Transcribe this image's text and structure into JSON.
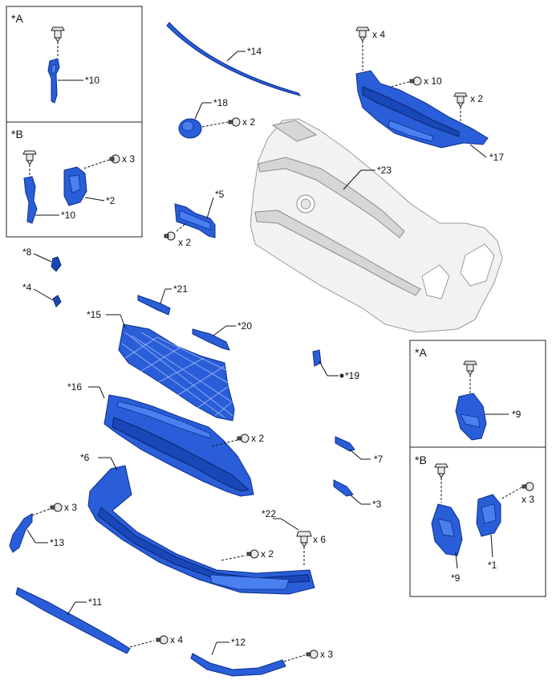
{
  "insets": {
    "top_a": "*A",
    "top_b": "*B",
    "right_a": "*A",
    "right_b": "*B"
  },
  "parts": {
    "p1": "*1",
    "p2": "*2",
    "p3": "*3",
    "p4": "*4",
    "p5": "*5",
    "p6": "*6",
    "p7": "*7",
    "p8": "*8",
    "p9a": "*9",
    "p9b": "*9",
    "p10a": "*10",
    "p10b": "*10",
    "p11": "*11",
    "p12": "*12",
    "p13": "*13",
    "p14": "*14",
    "p15": "*15",
    "p16": "*16",
    "p17": "*17",
    "p18": "*18",
    "p19": "*19",
    "p20": "*20",
    "p21": "*21",
    "p22": "*22",
    "p23": "*23"
  },
  "quantities": {
    "q_17_clip": "x 4",
    "q_17_screw": "x 10",
    "q_17_clip2": "x 2",
    "q_18": "x 2",
    "q_b2": "x 3",
    "q_5": "x 2",
    "q_16": "x 2",
    "q_13": "x 3",
    "q_22": "x 6",
    "q_6": "x 2",
    "q_11": "x 4",
    "q_12": "x 3",
    "q_rb1": "x 3"
  }
}
